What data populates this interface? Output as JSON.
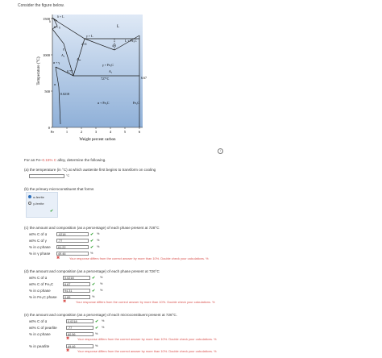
{
  "question_title": "Consider the figure below.",
  "figure": {
    "y_axis_label": "Temperature (°C)",
    "x_axis_label": "Weight percent carbon",
    "y_ticks": [
      "1500",
      "1000",
      "500",
      "0"
    ],
    "x_ticks": [
      "Fe",
      "1",
      "2",
      "3",
      "4",
      "5",
      "6"
    ],
    "labels": {
      "delta_l": "δ + L",
      "delta": "δ",
      "delta_gamma": "δ + γ",
      "liquid": "L",
      "gamma_l": "γ + L",
      "l_fe3c": "L + Fe₃C",
      "c211": "2.11",
      "c43": "4.3",
      "gamma": "γ",
      "a3": "A₃",
      "acm": "Aₘ",
      "alpha_gamma": "α + γ",
      "c077": "0.77",
      "gamma_fe3c": "γ + Fe₃C",
      "a1": "A₁",
      "t727": "727°C",
      "c667": "6.67",
      "alpha": "α",
      "c00218": "0.0218",
      "alpha_fe3c": "α + Fe₃C",
      "fe3c": "Fe₃C"
    }
  },
  "info_icon": "i",
  "intro": {
    "before": "For an Fe–",
    "highlight": "0.15% C",
    "after": " alloy, determine the following."
  },
  "part_a": {
    "label": "(a)  the temperature (in °C) at which austenite first begins to transform on cooling",
    "value": "",
    "unit": "°C"
  },
  "part_b": {
    "label": "(b)  the primary microconstituent that forms",
    "options": [
      "α-ferrite",
      "γ-ferrite"
    ]
  },
  "part_c": {
    "label": "(c)  the amount and composition (as a percentage) of each phase present at 728°C",
    "rows": [
      {
        "label": "wt% C of α",
        "value": ".0218",
        "unit": "%",
        "status": "check"
      },
      {
        "label": "wt% C of γ",
        "value": ".77",
        "unit": "%",
        "status": "check"
      },
      {
        "label": "% in α phase",
        "value": "61.22",
        "unit": "%",
        "status": "check"
      },
      {
        "label": "% in γ phase",
        "value": "49.46",
        "unit": "%",
        "status": "cross"
      }
    ],
    "error": "Your response differs from the correct answer by more than 10%. Double check your calculations. %"
  },
  "part_d": {
    "label": "(d)  the amount and composition (as a percentage) of each phase present at 726°C",
    "rows": [
      {
        "label": "wt% C of α",
        "value": "0.0218",
        "unit": "%",
        "status": "check"
      },
      {
        "label": "wt% C of Fe₃C",
        "value": "6.67",
        "unit": "%",
        "status": "check"
      },
      {
        "label": "% in α phase",
        "value": "94.31",
        "unit": "%",
        "status": "check"
      },
      {
        "label": "% in Fe₃C phase",
        "value": "0.89",
        "unit": "%",
        "status": "cross"
      }
    ],
    "error": "Your response differs from the correct answer by more than 10%. Double check your calculations. %"
  },
  "part_e": {
    "label": "(e)  the amount and composition (as a percentage) of each microconstituent present at 726°C.",
    "rows": [
      {
        "label": "wt% C of α",
        "value": "0.0218",
        "unit": "%",
        "status": "check"
      },
      {
        "label": "wt% C of pearlite",
        "value": ".77",
        "unit": "%",
        "status": "check"
      },
      {
        "label": "% in α phase",
        "value": "60.56",
        "unit": "%",
        "status": "cross"
      },
      {
        "label": "% in pearlite",
        "value": "49.46",
        "unit": "%",
        "status": "cross"
      }
    ],
    "error1": "Your response differs from the correct answer by more than 10%. Double check your calculations. %",
    "error2": "Your response differs from the correct answer by more than 10%. Double check your calculations. %"
  }
}
